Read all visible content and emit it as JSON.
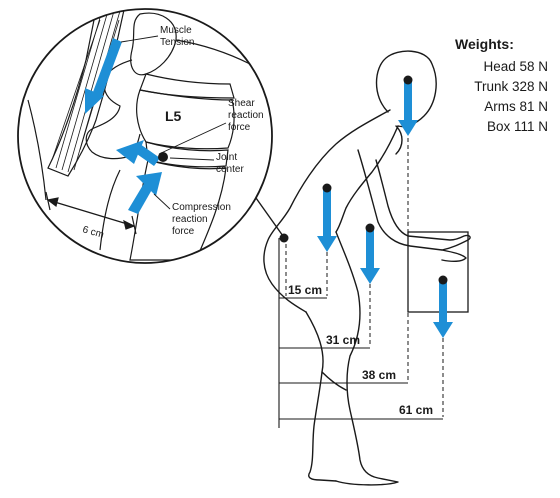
{
  "colors": {
    "arrow": "#1e8fd6",
    "line": "#1a1a1a",
    "background": "#ffffff"
  },
  "inset": {
    "vertebra_label": "L5",
    "muscle_tension_line1": "Muscle",
    "muscle_tension_line2": "Tension",
    "shear_line1": "Shear",
    "shear_line2": "reaction",
    "shear_line3": "force",
    "joint_line1": "Joint",
    "joint_line2": "center",
    "compression_line1": "Compression",
    "compression_line2": "reaction",
    "compression_line3": "force",
    "distance": "6 cm"
  },
  "weights": {
    "title": "Weights:",
    "items": [
      "Head 58 N",
      "Trunk 328 N",
      "Arms 81 N",
      "Box 111 N"
    ]
  },
  "dimensions": [
    "15 cm",
    "31 cm",
    "38 cm",
    "61 cm"
  ]
}
